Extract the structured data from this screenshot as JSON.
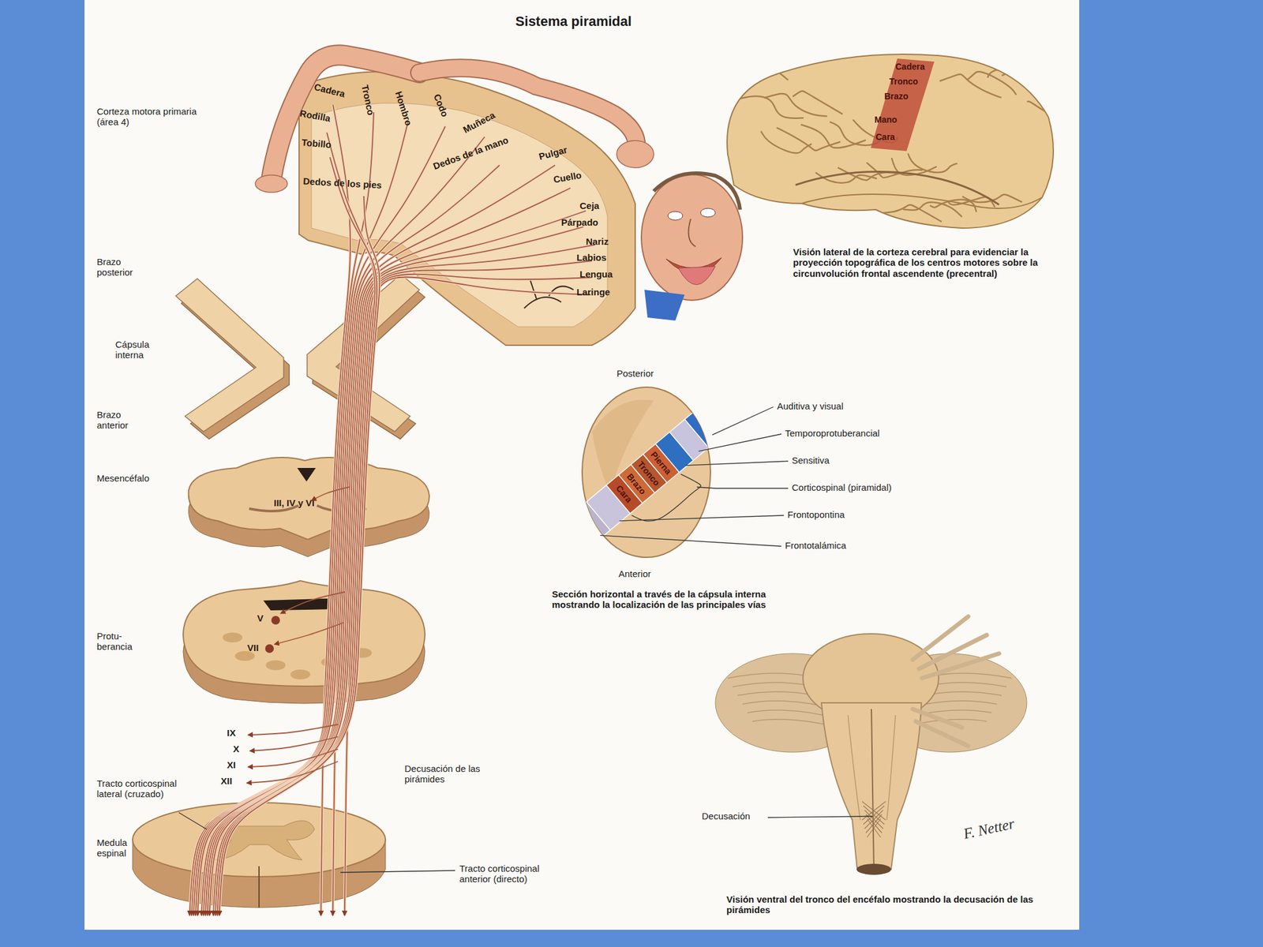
{
  "diagram": {
    "title": "Sistema piramidal",
    "nodes": [
      {
        "text": [
          "III, IV y VI"
        ]
      },
      {
        "text": [
          "V",
          "VII"
        ]
      }
    ],
    "labels": [
      "Corteza motora primaria (área 4)",
      "Cadera",
      "Tronco",
      "Hombro",
      "Codo",
      "Muñeca",
      "Dedos de la mano",
      "Pulgar",
      "Cuello",
      "Ceja",
      "Párpado",
      "Nariz",
      "Labios",
      "Lengua",
      "Laringe",
      "Rodilla",
      "Tobillo",
      "Dedos de los pies",
      "Cadera",
      "Tronco",
      "Brazo",
      "Mano",
      "Cara",
      "Visión lateral de la corteza cerebral para evidenciar la proyección topográfica de los centros motores sobre la circunvolución frontal ascendente (precentral)",
      "Brazo posterior",
      "Cápsula interna",
      "Brazo anterior",
      "Mesencéfalo",
      "Protu- berancia",
      "IX",
      "X",
      "XI",
      "XII",
      "Tracto corticospinal lateral (cruzado)",
      "Medula espinal",
      "Decusación de las pirámides",
      "Tracto corticospinal anterior (directo)",
      "Posterior",
      "Anterior",
      "Auditiva y visual",
      "Temporoprotuberancial",
      "Sensitiva",
      "Corticospinal (piramidal)",
      "Frontopontina",
      "Frontotalámica",
      "Pierna",
      "Tronco",
      "Brazo",
      "Cara",
      "Sección horizontal a través de la cápsula interna mostrando la localización de las principales vías",
      "Decusación",
      "Visión ventral del tronco del encéfalo mostrando la decusación de las pirámides",
      "F. Netter"
    ]
  }
}
